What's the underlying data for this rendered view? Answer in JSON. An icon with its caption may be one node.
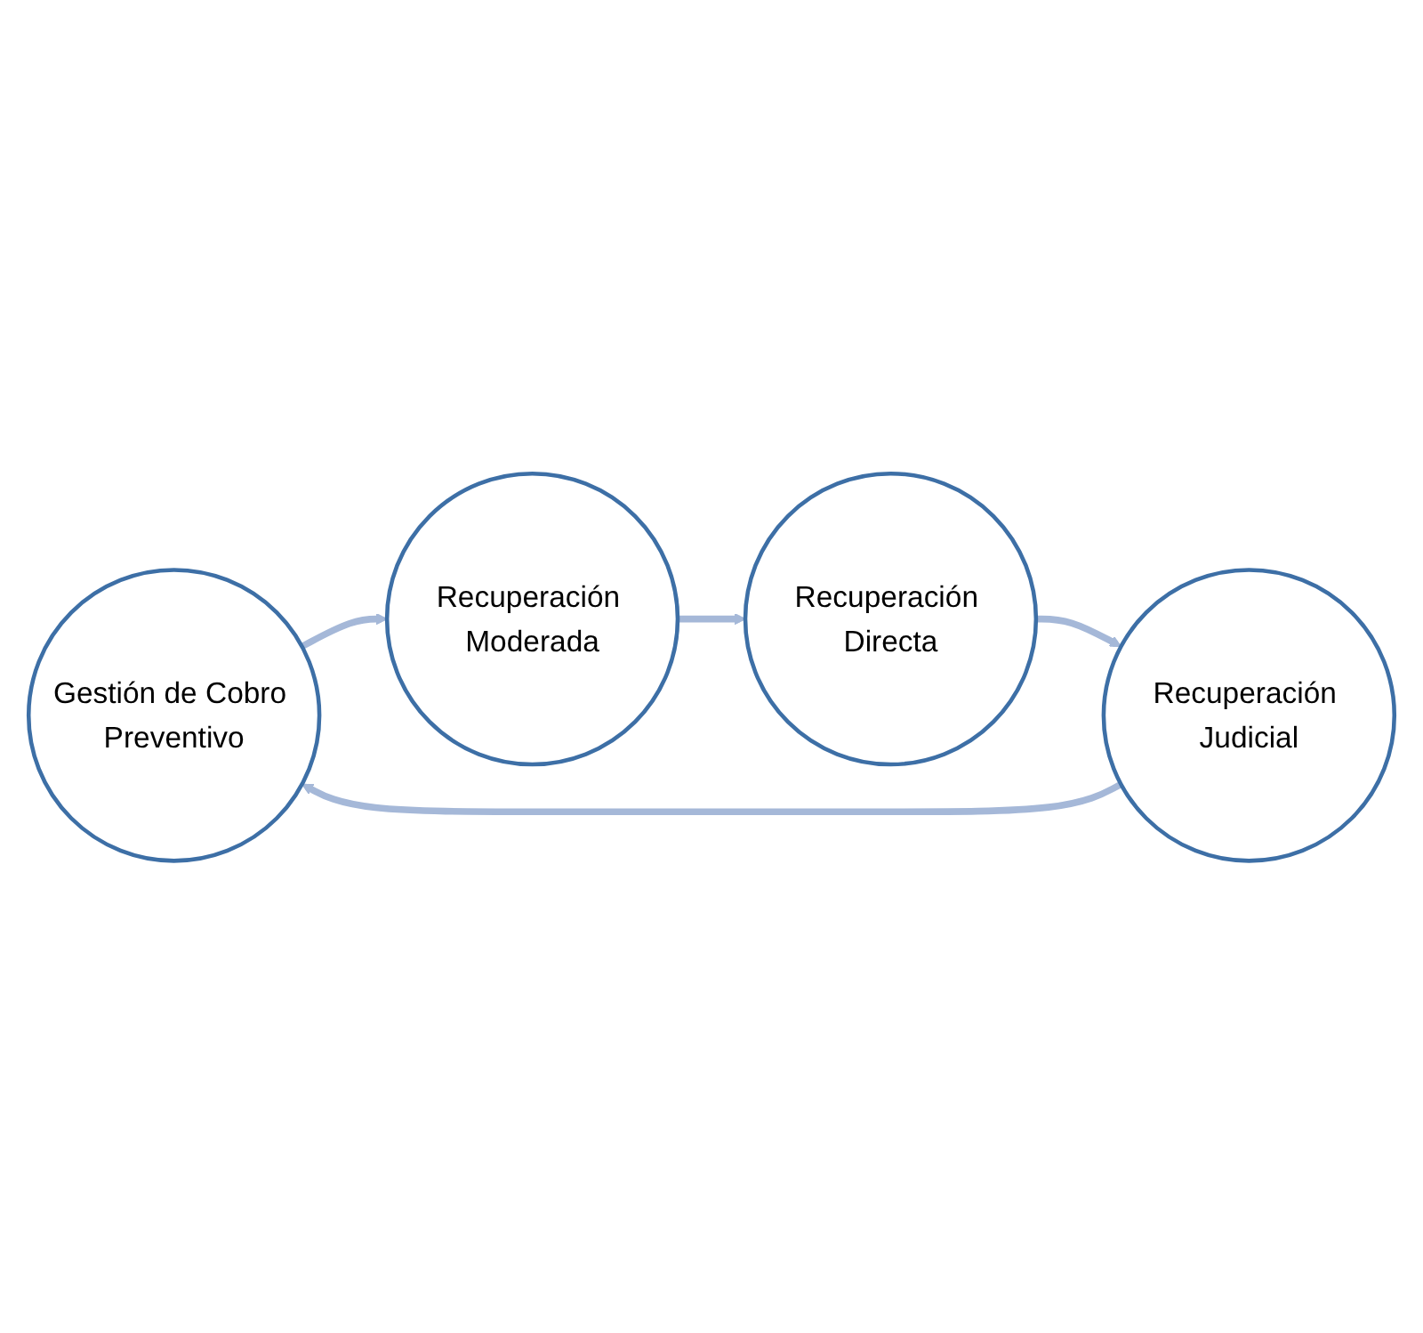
{
  "diagram": {
    "nodes": [
      {
        "text": [
          "Gestión de Cobro Preventivo"
        ]
      },
      {
        "text": [
          "Recuperación Moderada"
        ]
      },
      {
        "text": [
          "Recuperación Directa"
        ]
      },
      {
        "text": [
          "Recuperación Judicial"
        ]
      }
    ],
    "edges": [
      {
        "from": 0,
        "to": 1,
        "arrow": "to"
      },
      {
        "from": 1,
        "to": 2,
        "arrow": "to"
      },
      {
        "from": 2,
        "to": 3,
        "arrow": "to"
      },
      {
        "from": 3,
        "to": 0,
        "arrow": "to"
      }
    ]
  }
}
